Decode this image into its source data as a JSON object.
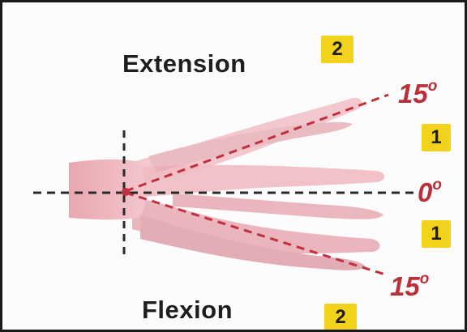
{
  "labels": {
    "extension": "Extension",
    "flexion": "Flexion"
  },
  "badges": {
    "extension_grade": "2",
    "upper_grade": "1",
    "lower_grade": "1",
    "flexion_grade": "2"
  },
  "angles": {
    "extension": {
      "value": "15",
      "unit": "o"
    },
    "neutral": {
      "value": "0",
      "unit": "o"
    },
    "flexion": {
      "value": "15",
      "unit": "o"
    }
  },
  "colors": {
    "angle_line": "#c0303e",
    "axis_line": "#2a2a2a",
    "hand_skin": "#ecb1b8",
    "badge": "#f2d21b",
    "angle_text": "#b8303a"
  }
}
